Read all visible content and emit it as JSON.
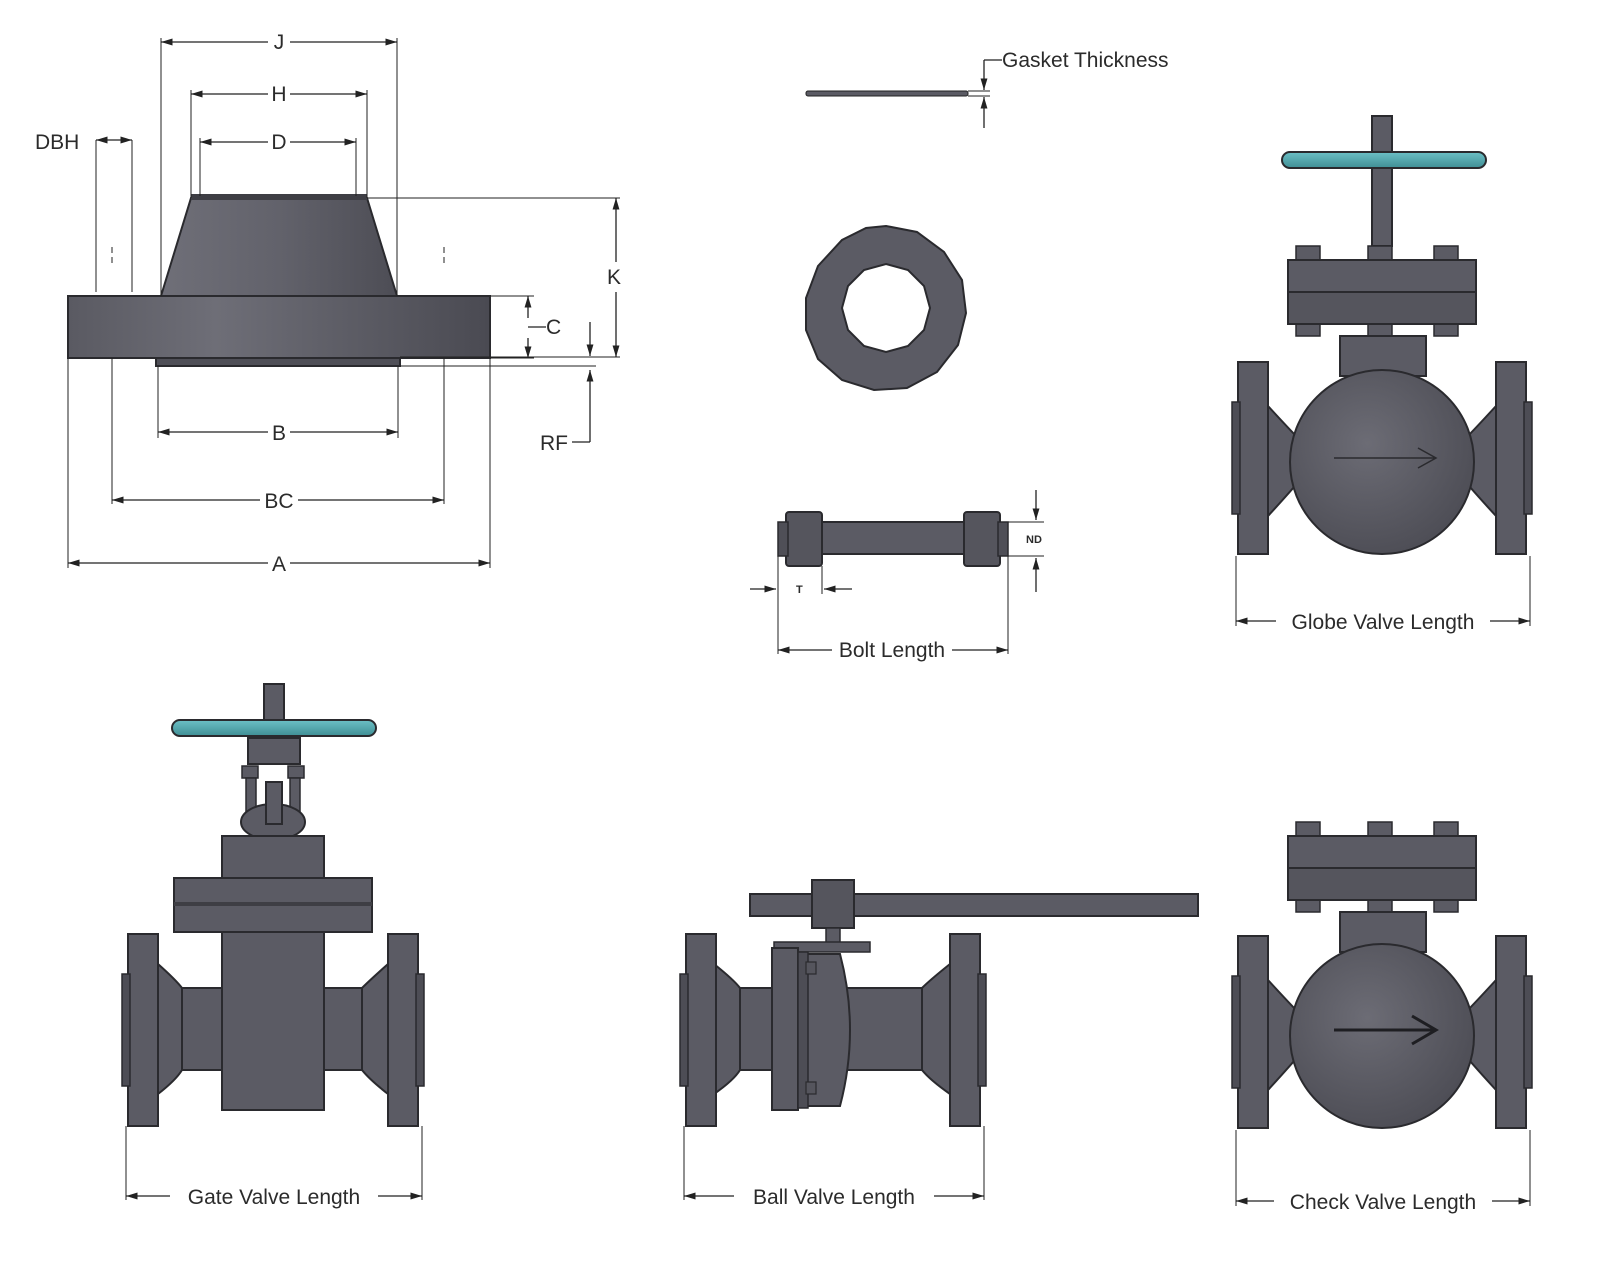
{
  "colors": {
    "body": "#5b5b64",
    "body_light": "#7a7a84",
    "body_dark": "#3e3e44",
    "handwheel": "#4fa7ad",
    "line": "#222222"
  },
  "flange": {
    "labels": {
      "J": "J",
      "H": "H",
      "D": "D",
      "DBH": "DBH",
      "K": "K",
      "C": "C",
      "RF": "RF",
      "B": "B",
      "BC": "BC",
      "A": "A"
    }
  },
  "gasket": {
    "thickness_label": "Gasket Thickness"
  },
  "bolt": {
    "length_label": "Bolt Length",
    "nd_label": "ND",
    "t_label": "T"
  },
  "valves": {
    "globe_label": "Globe Valve Length",
    "gate_label": "Gate Valve Length",
    "ball_label": "Ball Valve Length",
    "check_label": "Check Valve Length"
  }
}
